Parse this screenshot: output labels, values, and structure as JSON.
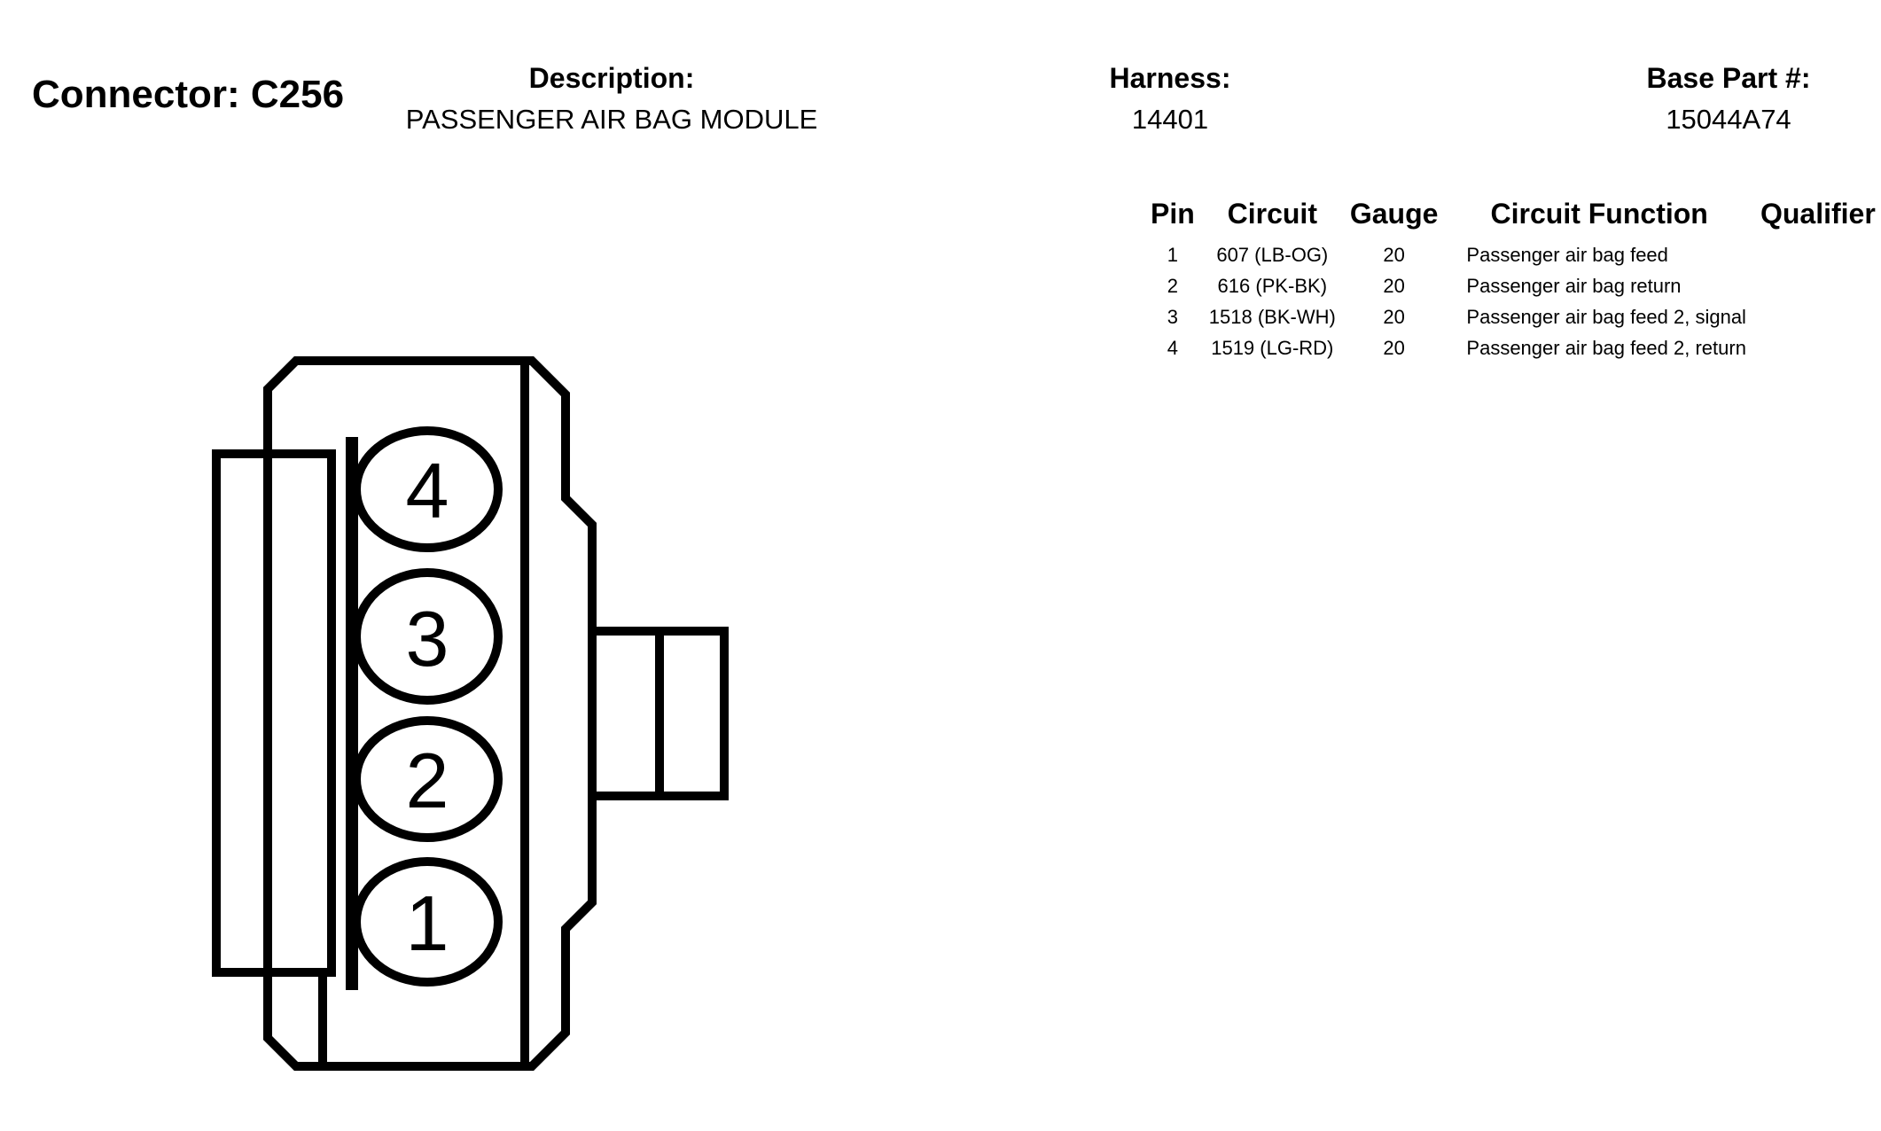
{
  "header": {
    "connector_title": "Connector: C256",
    "description_label": "Description:",
    "description_value": "PASSENGER AIR BAG MODULE",
    "harness_label": "Harness:",
    "harness_value": "14401",
    "base_part_label": "Base Part #:",
    "base_part_value": "15044A74"
  },
  "table": {
    "columns": [
      "Pin",
      "Circuit",
      "Gauge",
      "Circuit Function",
      "Qualifier"
    ],
    "rows": [
      {
        "pin": "1",
        "circuit": "607 (LB-OG)",
        "gauge": "20",
        "function": "Passenger air bag feed",
        "qualifier": ""
      },
      {
        "pin": "2",
        "circuit": "616 (PK-BK)",
        "gauge": "20",
        "function": "Passenger air bag return",
        "qualifier": ""
      },
      {
        "pin": "3",
        "circuit": "1518 (BK-WH)",
        "gauge": "20",
        "function": "Passenger air bag feed 2, signal",
        "qualifier": ""
      },
      {
        "pin": "4",
        "circuit": "1519 (LG-RD)",
        "gauge": "20",
        "function": "Passenger air bag feed 2, return",
        "qualifier": ""
      }
    ]
  },
  "diagram": {
    "pin_labels": [
      "4",
      "3",
      "2",
      "1"
    ],
    "stroke_color": "#000000"
  }
}
